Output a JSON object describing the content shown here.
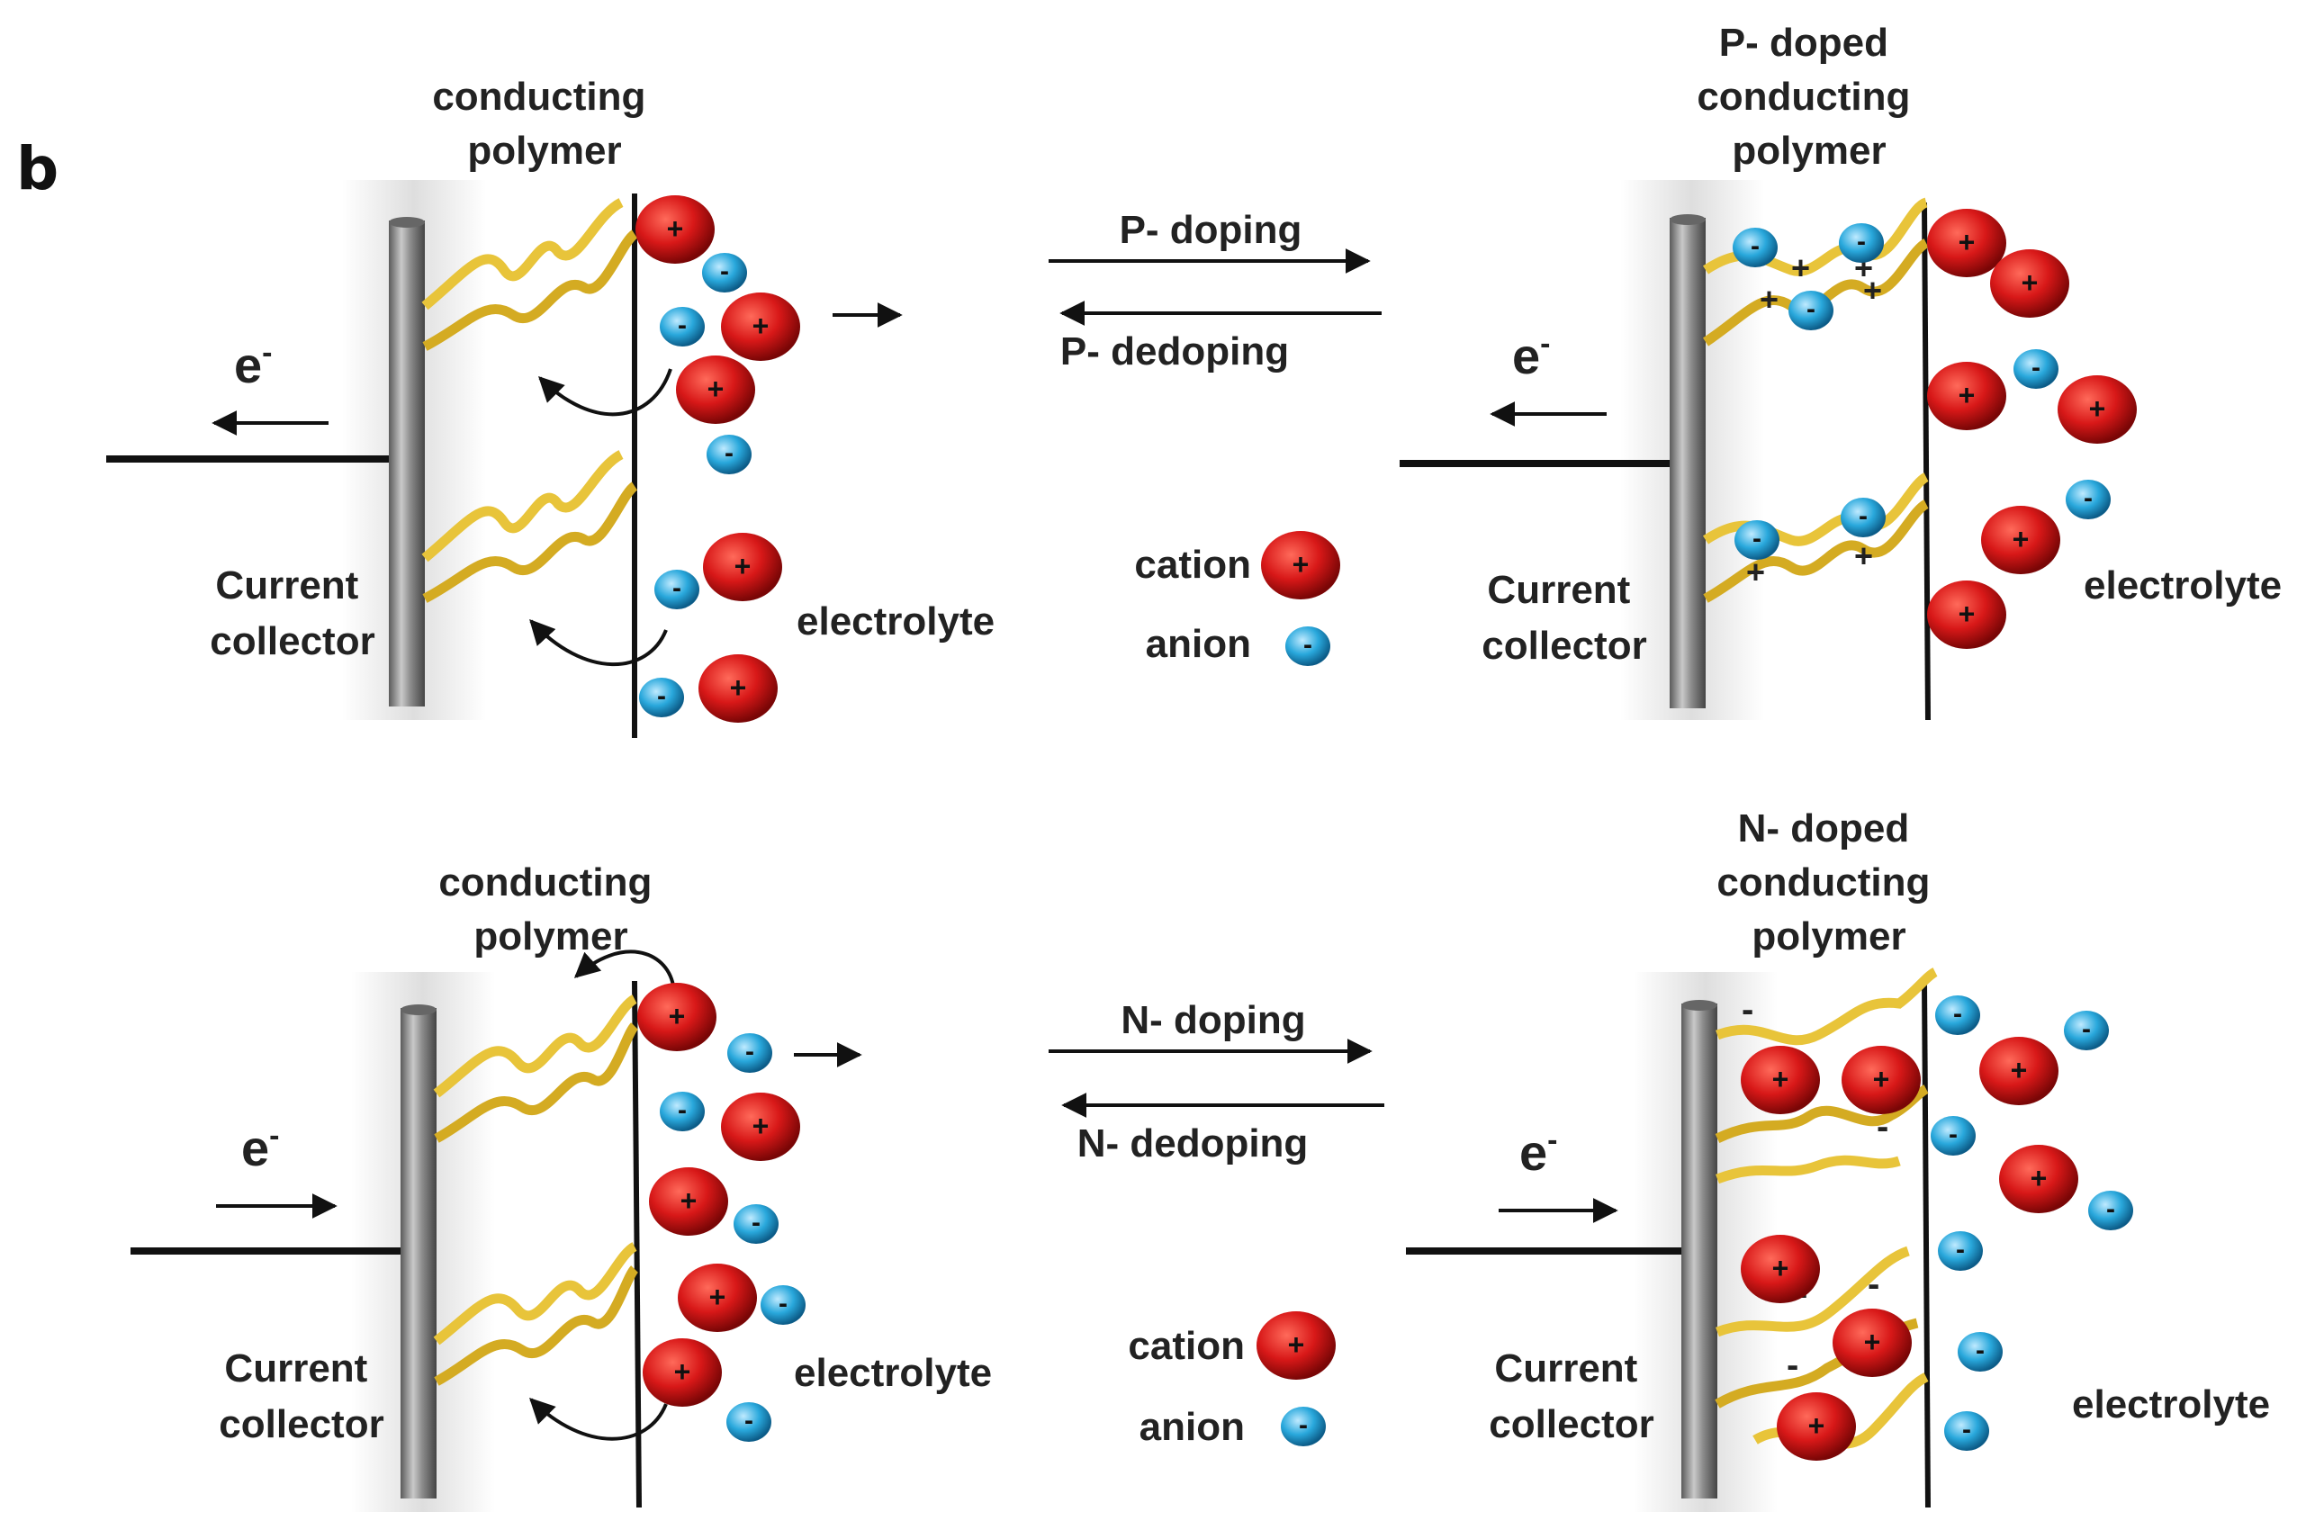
{
  "figure_label": "b",
  "top": {
    "left_panel": {
      "polymer_label": [
        "conducting",
        "polymer"
      ],
      "collector_label": [
        "Current",
        "collector"
      ],
      "electrolyte_label": "electrolyte",
      "electron_label": "e",
      "electron_superscript": "-"
    },
    "forward_label": "P- doping",
    "reverse_label": "P- dedoping",
    "legend": {
      "cation": "cation",
      "anion": "anion"
    },
    "right_panel": {
      "polymer_label": [
        "P- doped",
        "conducting",
        "polymer"
      ],
      "collector_label": [
        "Current",
        "collector"
      ],
      "electrolyte_label": "electrolyte",
      "electron_label": "e",
      "electron_superscript": "-"
    }
  },
  "bottom": {
    "left_panel": {
      "polymer_label": [
        "conducting",
        "polymer"
      ],
      "collector_label": [
        "Current",
        "collector"
      ],
      "electrolyte_label": "electrolyte",
      "electron_label": "e",
      "electron_superscript": "-"
    },
    "forward_label": "N- doping",
    "reverse_label": "N- dedoping",
    "legend": {
      "cation": "cation",
      "anion": "anion"
    },
    "right_panel": {
      "polymer_label": [
        "N- doped",
        "conducting",
        "polymer"
      ],
      "collector_label": [
        "Current",
        "collector"
      ],
      "electrolyte_label": "electrolyte",
      "electron_label": "e",
      "electron_superscript": "-"
    }
  },
  "colors": {
    "cation": "#d81818",
    "anion": "#29a8dc",
    "polymer": "#e8c43a",
    "collector": "#9a9a9a"
  }
}
